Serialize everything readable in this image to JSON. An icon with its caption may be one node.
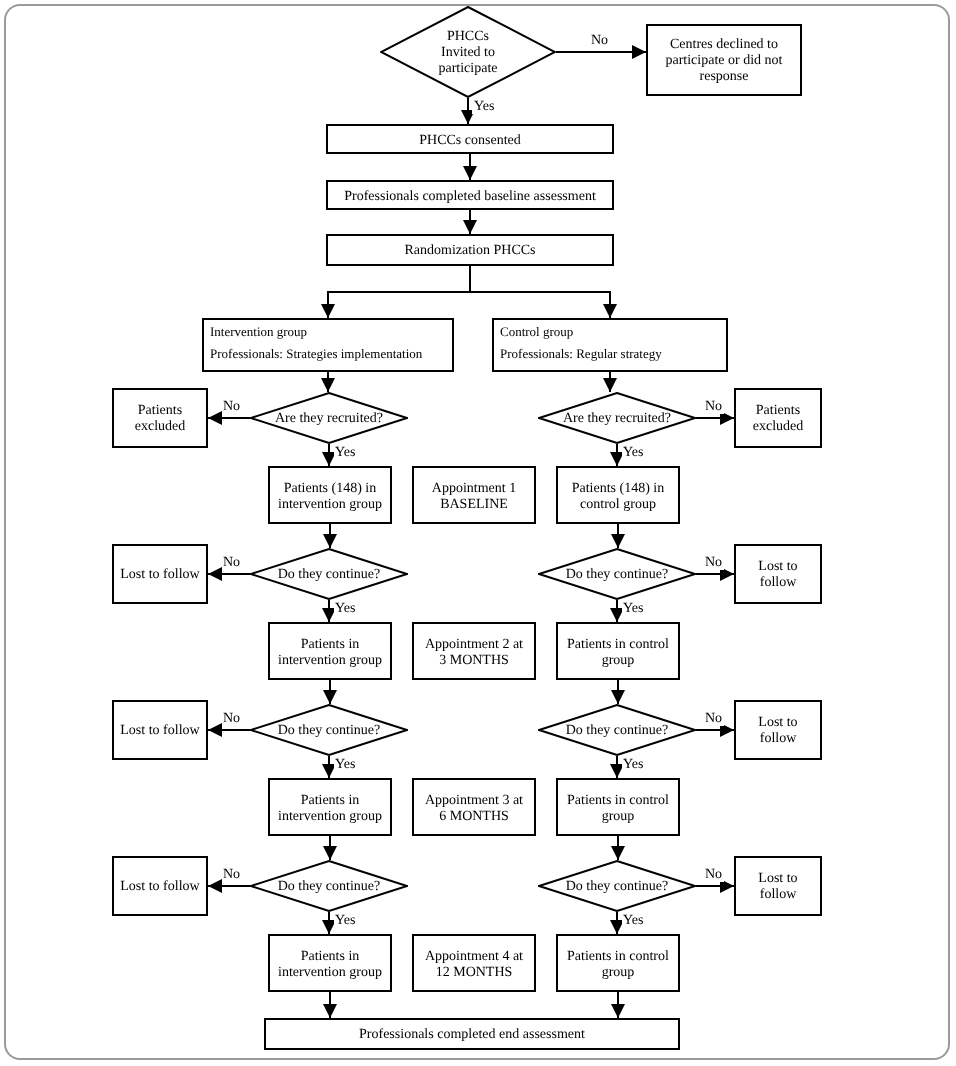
{
  "diagram": {
    "nodes": [
      {
        "text": [
          "PHCCs Invited to participate"
        ]
      },
      {
        "text": [
          "Centres declined to participate or did not response"
        ]
      },
      {
        "text": [
          "PHCCs consented"
        ]
      },
      {
        "text": [
          "Professionals completed baseline assessment"
        ]
      },
      {
        "text": [
          "Randomization PHCCs"
        ]
      },
      {
        "text": [
          "Intervention group",
          "Professionals: Strategies implementation"
        ]
      },
      {
        "text": [
          "Control group",
          "Professionals: Regular strategy"
        ]
      },
      {
        "text": [
          "Patients excluded"
        ]
      },
      {
        "text": [
          "Are they recruited?"
        ]
      },
      {
        "text": [
          "Are they recruited?"
        ]
      },
      {
        "text": [
          "Patients excluded"
        ]
      },
      {
        "text": [
          "Patients (148) in intervention group"
        ]
      },
      {
        "text": [
          "Appointment 1 BASELINE"
        ]
      },
      {
        "text": [
          "Patients (148) in control group"
        ]
      },
      {
        "text": [
          "Lost to follow"
        ]
      },
      {
        "text": [
          "Do they continue?"
        ]
      },
      {
        "text": [
          "Do they continue?"
        ]
      },
      {
        "text": [
          "Lost to follow"
        ]
      },
      {
        "text": [
          "Patients in intervention group"
        ]
      },
      {
        "text": [
          "Appointment 2 at 3 MONTHS"
        ]
      },
      {
        "text": [
          "Patients in control group"
        ]
      },
      {
        "text": [
          "Lost to follow"
        ]
      },
      {
        "text": [
          "Do they continue?"
        ]
      },
      {
        "text": [
          "Do they continue?"
        ]
      },
      {
        "text": [
          "Lost to follow"
        ]
      },
      {
        "text": [
          "Patients in intervention group"
        ]
      },
      {
        "text": [
          "Appointment 3 at 6 MONTHS"
        ]
      },
      {
        "text": [
          "Patients in control group"
        ]
      },
      {
        "text": [
          "Lost to follow"
        ]
      },
      {
        "text": [
          "Do they continue?"
        ]
      },
      {
        "text": [
          "Do they continue?"
        ]
      },
      {
        "text": [
          "Lost to follow"
        ]
      },
      {
        "text": [
          "Patients in intervention group"
        ]
      },
      {
        "text": [
          "Appointment 4 at 12 MONTHS"
        ]
      },
      {
        "text": [
          "Patients in control group"
        ]
      },
      {
        "text": [
          "Professionals completed end assessment"
        ]
      }
    ],
    "edges": [
      {
        "from": 0,
        "to": 1,
        "arrow": "to",
        "label": "No"
      },
      {
        "from": 0,
        "to": 2,
        "arrow": "to",
        "label": "Yes"
      },
      {
        "from": 2,
        "to": 3,
        "arrow": "to"
      },
      {
        "from": 3,
        "to": 4,
        "arrow": "to"
      },
      {
        "from": 4,
        "to": 5,
        "arrow": "to"
      },
      {
        "from": 4,
        "to": 6,
        "arrow": "to"
      },
      {
        "from": 5,
        "to": 8,
        "arrow": "to"
      },
      {
        "from": 6,
        "to": 9,
        "arrow": "to"
      },
      {
        "from": 8,
        "to": 7,
        "arrow": "to",
        "label": "No"
      },
      {
        "from": 8,
        "to": 11,
        "arrow": "to",
        "label": "Yes"
      },
      {
        "from": 9,
        "to": 10,
        "arrow": "to",
        "label": "No"
      },
      {
        "from": 9,
        "to": 13,
        "arrow": "to",
        "label": "Yes"
      },
      {
        "from": 11,
        "to": 15,
        "arrow": "to"
      },
      {
        "from": 13,
        "to": 16,
        "arrow": "to"
      },
      {
        "from": 15,
        "to": 14,
        "arrow": "to",
        "label": "No"
      },
      {
        "from": 15,
        "to": 18,
        "arrow": "to",
        "label": "Yes"
      },
      {
        "from": 16,
        "to": 17,
        "arrow": "to",
        "label": "No"
      },
      {
        "from": 16,
        "to": 20,
        "arrow": "to",
        "label": "Yes"
      },
      {
        "from": 18,
        "to": 22,
        "arrow": "to"
      },
      {
        "from": 20,
        "to": 23,
        "arrow": "to"
      },
      {
        "from": 22,
        "to": 21,
        "arrow": "to",
        "label": "No"
      },
      {
        "from": 22,
        "to": 25,
        "arrow": "to",
        "label": "Yes"
      },
      {
        "from": 23,
        "to": 24,
        "arrow": "to",
        "label": "No"
      },
      {
        "from": 23,
        "to": 27,
        "arrow": "to",
        "label": "Yes"
      },
      {
        "from": 25,
        "to": 29,
        "arrow": "to"
      },
      {
        "from": 27,
        "to": 30,
        "arrow": "to"
      },
      {
        "from": 29,
        "to": 28,
        "arrow": "to",
        "label": "No"
      },
      {
        "from": 29,
        "to": 32,
        "arrow": "to",
        "label": "Yes"
      },
      {
        "from": 30,
        "to": 31,
        "arrow": "to",
        "label": "No"
      },
      {
        "from": 30,
        "to": 34,
        "arrow": "to",
        "label": "Yes"
      },
      {
        "from": 32,
        "to": 35,
        "arrow": "to"
      },
      {
        "from": 34,
        "to": 35,
        "arrow": "to"
      }
    ]
  }
}
